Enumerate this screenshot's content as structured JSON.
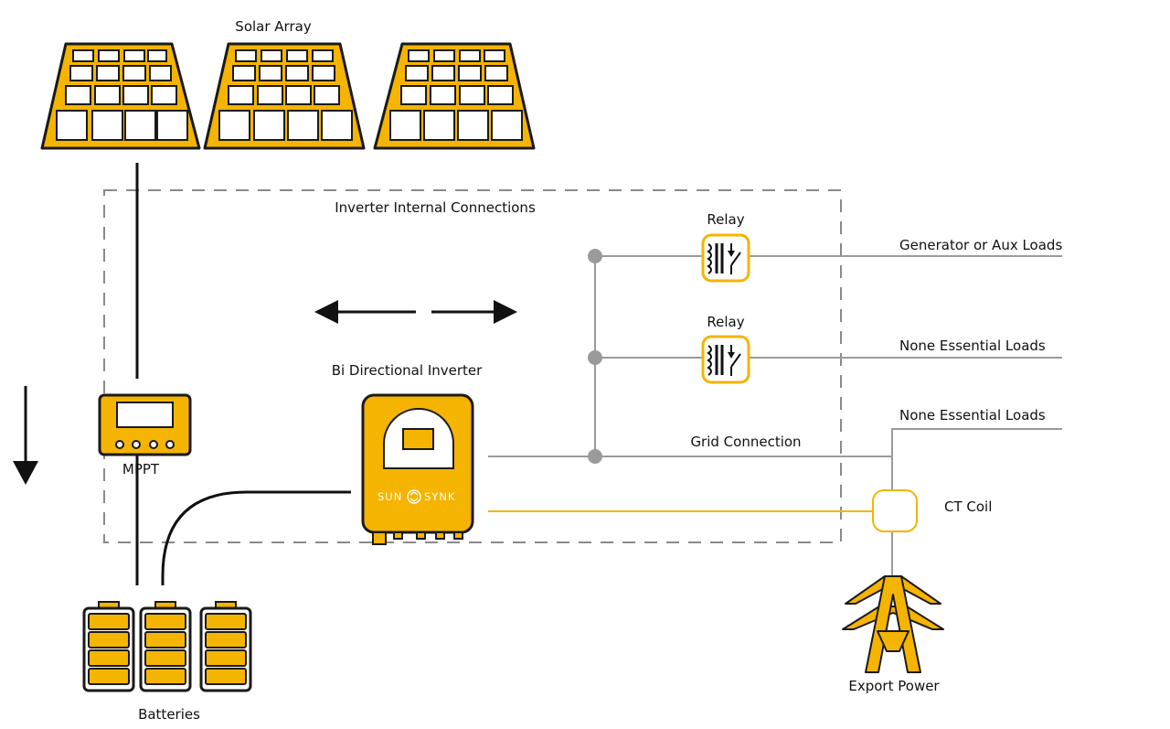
{
  "labels": {
    "solar_array": "Solar Array",
    "inverter_internal": "Inverter Internal Connections",
    "relay_top": "Relay",
    "relay_mid": "Relay",
    "generator_aux": "Generator or Aux Loads",
    "non_essential_1": "None Essential Loads",
    "non_essential_2": "None Essential Loads",
    "grid_connection": "Grid Connection",
    "bi_inverter": "Bi Directional Inverter",
    "mppt": "MPPT",
    "ct_coil": "CT Coil",
    "batteries": "Batteries",
    "export_power": "Export Power"
  },
  "logo": {
    "left": "SUN",
    "right": "SYNK"
  },
  "colors": {
    "accent": "#F5B400",
    "outline": "#1a1a1a",
    "wire_grey": "#9a9a9a",
    "dash": "#8a8a8a",
    "ct_wire": "#F5B400"
  },
  "icons": [
    "solar-panel-icon",
    "relay-icon",
    "inverter-icon",
    "mppt-controller-icon",
    "battery-icon",
    "pylon-icon",
    "arrow-icon"
  ]
}
